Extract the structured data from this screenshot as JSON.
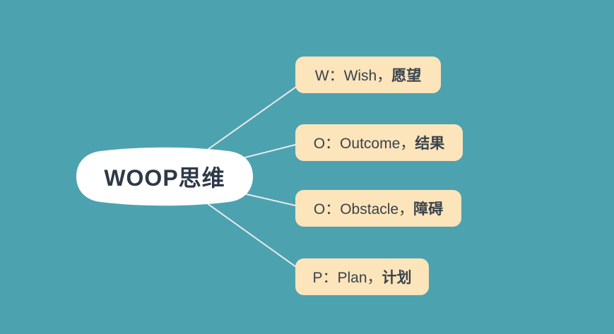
{
  "canvas": {
    "background_color": "#4DA2B0",
    "connector_color": "#E8EBEB"
  },
  "central": {
    "label": "WOOP思维",
    "fill_color": "#FFFFFF",
    "text_color": "#2E3947"
  },
  "branches": {
    "fill_color": "#FCE4BB",
    "text_color": "#39434C",
    "items": [
      {
        "en": "W：Wish，",
        "zh": "愿望"
      },
      {
        "en": "O：Outcome，",
        "zh": "结果"
      },
      {
        "en": "O：Obstacle，",
        "zh": "障碍"
      },
      {
        "en": "P：Plan，",
        "zh": "计划"
      }
    ]
  }
}
